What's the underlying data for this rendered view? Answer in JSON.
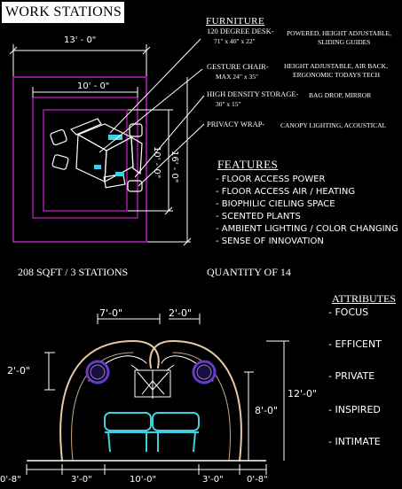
{
  "title": "WORK STATIONS",
  "plan": {
    "dim_outer_width": "13' - 0\"",
    "dim_inner_width": "10' - 0\"",
    "dim_outer_height": "16' - 0\"",
    "dim_inner_height": "10' - 0\""
  },
  "furniture": {
    "heading": "FURNITURE",
    "items": [
      {
        "name": "120 DEGREE DESK-",
        "size": "71\" x 40\" x 22\"",
        "note": "POWERED, HEIGHT ADJUSTABLE,",
        "note2": "SLIDING GUIDES"
      },
      {
        "name": "GESTURE CHAIR-",
        "size": "MAX 24\" x 35\"",
        "note": "HEIGHT ADJUSTABLE, AIR BACK,",
        "note2": "ERGONOMIC TODAYS TECH"
      },
      {
        "name": "HIGH DENSITY STORAGE-",
        "size": "30\" x 15\"",
        "note": "BAG DROP, MIRROR",
        "note2": ""
      },
      {
        "name": "PRIVACY WRAP-",
        "size": "",
        "note": "CANOPY LIGHTING, ACOUSTICAL",
        "note2": ""
      }
    ]
  },
  "features": {
    "heading": "FEATURES",
    "items": [
      "- FLOOR ACCESS POWER",
      "- FLOOR ACCESS AIR / HEATING",
      "- BIOPHILIC CIELING SPACE",
      "- SCENTED PLANTS",
      "- AMBIENT LIGHTING / COLOR CHANGING",
      "- SENSE OF INNOVATION"
    ]
  },
  "summary": {
    "area": "208 SQFT / 3 STATIONS",
    "quantity": "QUANTITY OF 14"
  },
  "attributes": {
    "heading": "ATTRIBUTES",
    "items": [
      "- FOCUS",
      "- EFFICENT",
      "- PRIVATE",
      "- INSPIRED",
      "- INTIMATE"
    ]
  },
  "elevation": {
    "dim_top_left": "7'-0\"",
    "dim_top_right": "2'-0\"",
    "dim_side_left": "2'-0\"",
    "dim_mid": "8'-0\"",
    "dim_total_height": "12'-0\"",
    "dim_bottom_1": "0'-8\"",
    "dim_bottom_2": "3'-0\"",
    "dim_bottom_3": "10'-0\"",
    "dim_bottom_4": "3'-0\"",
    "dim_bottom_5": "0'-8\""
  },
  "colors": {
    "magenta": "#c01fc0",
    "arch": "#e8c9a8",
    "cyan": "#3fd0e0",
    "purple": "#6a3ad0"
  }
}
